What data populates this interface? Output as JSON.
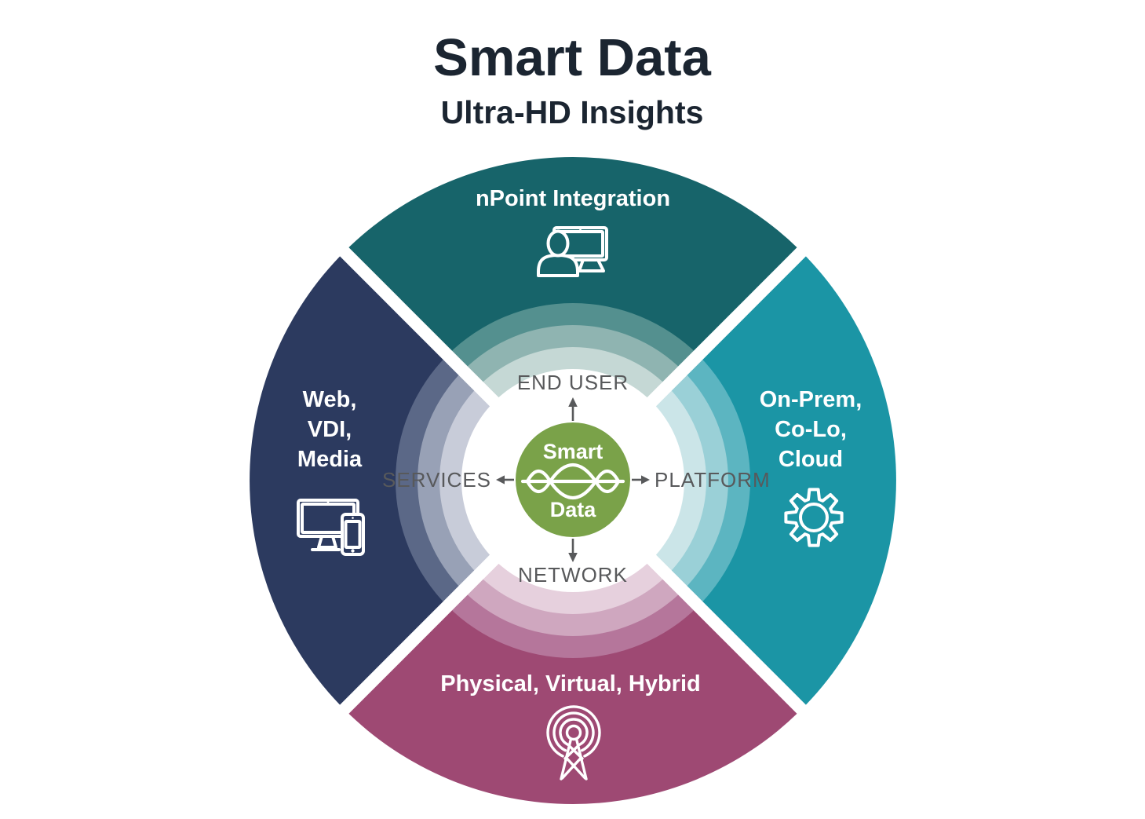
{
  "header": {
    "title": "Smart Data",
    "subtitle": "Ultra-HD Insights",
    "title_color": "#1b2531"
  },
  "diagram": {
    "center": {
      "top_word": "Smart",
      "bottom_word": "Data",
      "icon": "signal-wave-icon",
      "circle_color": "#7aa249",
      "text_color": "#ffffff"
    },
    "axis_labels": {
      "top": "END USER",
      "right": "PLATFORM",
      "bottom": "NETWORK",
      "left": "SERVICES",
      "color": "#58595b"
    },
    "quadrants": {
      "top": {
        "label": "nPoint Integration",
        "icon": "user-at-monitor-icon",
        "color": "#17646a",
        "ring_colors": [
          "#54908f",
          "#8fb4b1",
          "#c5d8d5"
        ]
      },
      "right": {
        "label_lines": [
          "On-Prem,",
          "Co-Lo,",
          "Cloud"
        ],
        "icon": "gear-icon",
        "color": "#1b95a5",
        "ring_colors": [
          "#5cb5c1",
          "#9ad0d7",
          "#cbe5e8"
        ]
      },
      "bottom": {
        "label": "Physical, Virtual, Hybrid",
        "icon": "radio-tower-icon",
        "color": "#9e4973",
        "ring_colors": [
          "#b5769b",
          "#cfa7bf",
          "#e6d0dd"
        ]
      },
      "left": {
        "label_lines": [
          "Web,",
          "VDI,",
          "Media"
        ],
        "icon": "devices-icon",
        "color": "#2c3a5f",
        "ring_colors": [
          "#5b6887",
          "#98a1b6",
          "#c8ccd9"
        ]
      }
    }
  }
}
